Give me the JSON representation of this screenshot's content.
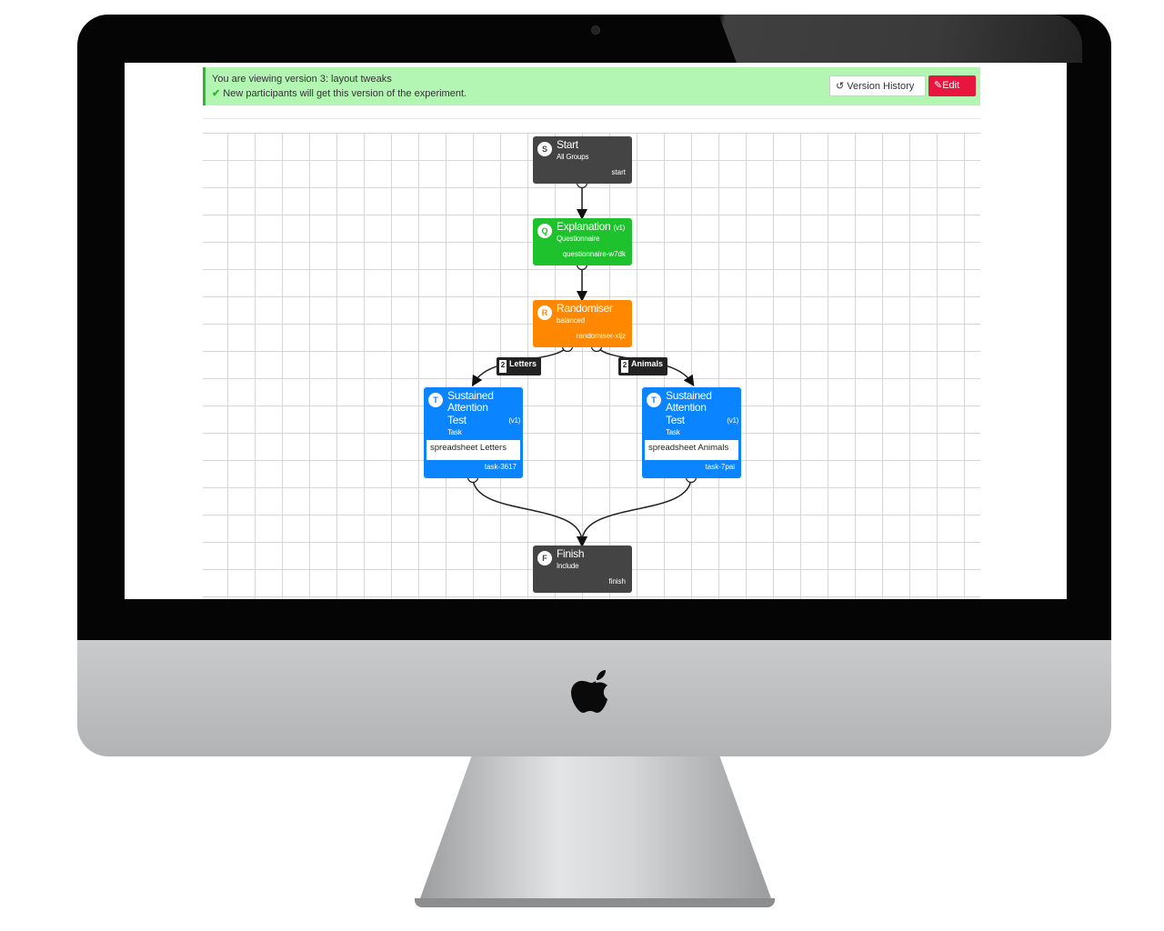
{
  "banner": {
    "line1": "You are viewing version 3: layout tweaks",
    "line2": "New participants will get this version of the experiment.",
    "version_history": "Version History",
    "edit": "Edit"
  },
  "colors": {
    "start": "#444444",
    "questionnaire": "#1dc22d",
    "randomiser": "#ff8800",
    "task": "#0b84ff",
    "edit": "#e8163f",
    "banner": "#b3f5b3"
  },
  "nodes": {
    "start": {
      "badge": "S",
      "title": "Start",
      "sub": "All Groups",
      "id": "start"
    },
    "explanation": {
      "badge": "Q",
      "title": "Explanation",
      "ver": "(v1)",
      "sub": "Questionnaire",
      "id": "questionnaire-w7dk"
    },
    "randomiser": {
      "badge": "R",
      "title": "Randomiser",
      "sub": "balanced",
      "id": "randomiser-xljz"
    },
    "task_left": {
      "badge": "T",
      "title1": "Sustained",
      "title2": "Attention",
      "title3": "Test",
      "ver": "(v1)",
      "sub": "Task",
      "sheet": "spreadsheet Letters",
      "id": "task-3617"
    },
    "task_right": {
      "badge": "T",
      "title1": "Sustained",
      "title2": "Attention",
      "title3": "Test",
      "ver": "(v1)",
      "sub": "Task",
      "sheet": "spreadsheet Animals",
      "id": "task-7pai"
    },
    "finish": {
      "badge": "F",
      "title": "Finish",
      "sub": "Include",
      "id": "finish"
    }
  },
  "branches": [
    {
      "count": "2",
      "label": "Letters"
    },
    {
      "count": "2",
      "label": "Animals"
    }
  ]
}
